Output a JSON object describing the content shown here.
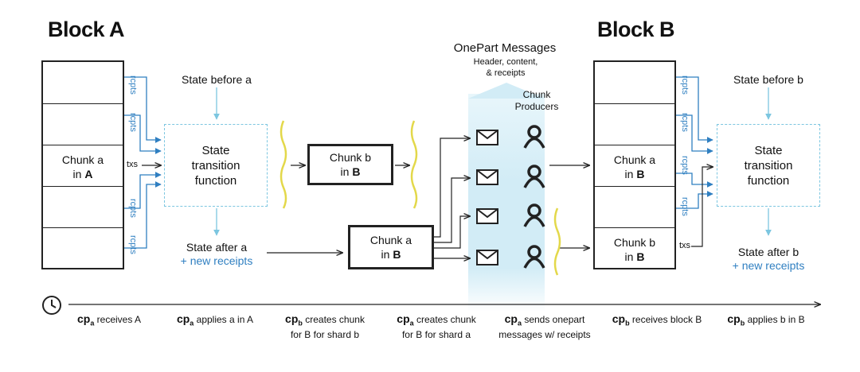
{
  "block_a": {
    "title": "Block A",
    "chunk_label_line1": "Chunk a",
    "chunk_label_line2_prefix": "in ",
    "chunk_label_line2_bold": "A"
  },
  "block_b": {
    "title": "Block B",
    "chunk_a_line1": "Chunk a",
    "chunk_a_prefix": "in ",
    "chunk_a_bold": "B",
    "chunk_b_line1": "Chunk b",
    "chunk_b_prefix": "in ",
    "chunk_b_bold": "B"
  },
  "labels": {
    "rcpts": "rcpts",
    "txs": "txs"
  },
  "left_state": {
    "before": "State before a",
    "function_lines": [
      "State",
      "transition",
      "function"
    ],
    "after": "State after a",
    "new_receipts": "+ new receipts"
  },
  "right_state": {
    "before": "State before b",
    "function_lines": [
      "State",
      "transition",
      "function"
    ],
    "after": "State after b",
    "new_receipts": "+ new receipts"
  },
  "middle": {
    "chunk_b_line1": "Chunk b",
    "chunk_b_prefix": "in ",
    "chunk_b_bold": "B",
    "chunk_a_line1": "Chunk a",
    "chunk_a_prefix": "in ",
    "chunk_a_bold": "B"
  },
  "onepart": {
    "title": "OnePart Messages",
    "subtitle_lines": [
      "Header, content,",
      "& receipts"
    ]
  },
  "producers": {
    "label_lines": [
      "Chunk",
      "Producers"
    ]
  },
  "timeline": [
    {
      "cp": "cp",
      "sub": "a",
      "lines": [
        "receives A"
      ]
    },
    {
      "cp": "cp",
      "sub": "a",
      "lines": [
        "applies a in A"
      ]
    },
    {
      "cp": "cp",
      "sub": "b",
      "lines": [
        "creates chunk",
        "for B for shard b"
      ]
    },
    {
      "cp": "cp",
      "sub": "a",
      "lines": [
        "creates chunk",
        "for B for shard a"
      ]
    },
    {
      "cp": "cp",
      "sub": "a",
      "lines": [
        "sends onepart",
        "messages w/ receipts"
      ]
    },
    {
      "cp": "cp",
      "sub": "b",
      "lines": [
        "receives block B"
      ]
    },
    {
      "cp": "cp",
      "sub": "b",
      "lines": [
        "applies b in B"
      ]
    }
  ],
  "colors": {
    "blue": "#2f7fc1",
    "light_blue": "#7cc6e0",
    "band": "#d6eef7",
    "squiggle": "#e3d84a"
  },
  "icons": [
    "clock-icon",
    "envelope-icon",
    "person-icon"
  ]
}
